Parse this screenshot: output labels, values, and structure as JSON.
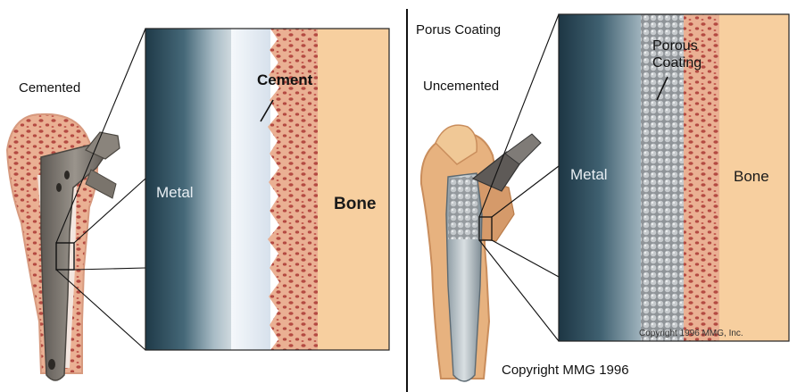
{
  "left_panel": {
    "label_cemented": "Cemented",
    "metal_label": "Metal",
    "cement_label": "Cement",
    "bone_label": "Bone"
  },
  "right_panel": {
    "label_coating": "Porus Coating",
    "label_uncemented": "Uncemented",
    "metal_label": "Metal",
    "porous_label": "Porous Coating",
    "bone_label": "Bone",
    "inset_copyright": "Copyright 1996 MMG, Inc.",
    "copyright": "Copyright MMG 1996"
  },
  "colors": {
    "metal_dark": "#23414f",
    "metal_light": "#b9c9d2",
    "cement": "#e6ecf3",
    "bone_cortex": "#e9a98c",
    "bone_pores": "#b44a42",
    "bone_marrow": "#f6c99a",
    "porous_coating": "#b8bcbf",
    "implant_grey": "#76706a"
  }
}
